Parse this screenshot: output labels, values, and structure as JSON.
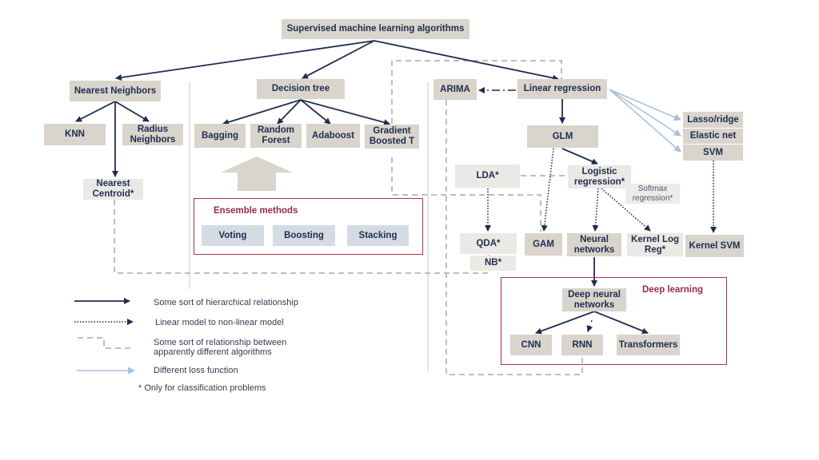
{
  "title": "Supervised machine learning algorithms",
  "nodes": {
    "root": "Supervised machine learning algorithms",
    "nearest_neighbors": "Nearest Neighbors",
    "knn": "KNN",
    "radius_neighbors": "Radius\nNeighbors",
    "nearest_centroid": "Nearest\nCentroid*",
    "decision_tree": "Decision tree",
    "bagging": "Bagging",
    "random_forest": "Random\nForest",
    "adaboost": "Adaboost",
    "gradient_boosted": "Gradient\nBoosted T",
    "arima": "ARIMA",
    "linear_regression": "Linear regression",
    "glm": "GLM",
    "lasso_ridge": "Lasso/ridge",
    "elastic_net": "Elastic net",
    "svm": "SVM",
    "kernel_svm": "Kernel SVM",
    "lda": "LDA*",
    "logistic_regression": "Logistic\nregression*",
    "softmax_regression": "Softmax\nregression*",
    "qda": "QDA*",
    "nb": "NB*",
    "gam": "GAM",
    "neural_networks": "Neural\nnetworks",
    "kernel_log_reg": "Kernel Log\nReg*",
    "deep_neural_networks": "Deep neural\nnetworks",
    "cnn": "CNN",
    "rnn": "RNN",
    "transformers": "Transformers"
  },
  "groups": {
    "ensemble": {
      "label": "Ensemble methods",
      "items": [
        "Voting",
        "Boosting",
        "Stacking"
      ]
    },
    "deep_learning": {
      "label": "Deep learning"
    }
  },
  "legend": [
    {
      "style": "solid-arrow",
      "text": "Some sort of hierarchical relationship"
    },
    {
      "style": "dotted-arrow",
      "text": "Linear model to non-linear model"
    },
    {
      "style": "dashed-line",
      "text": "Some sort of relationship between\napparently different algorithms"
    },
    {
      "style": "light-arrow",
      "text": "Different loss function"
    }
  ],
  "footnote": "* Only for classification problems",
  "colors": {
    "dark_navy": "#1f2d4f",
    "group_border": "#a8334f",
    "dashed_gray": "#a8a8a8",
    "light_blue": "#a9bfdc"
  }
}
